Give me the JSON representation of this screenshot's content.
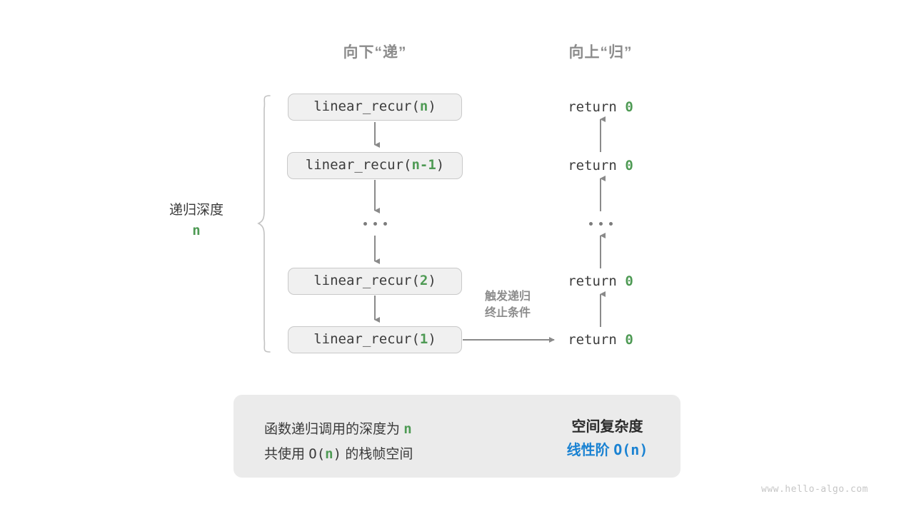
{
  "headers": {
    "down": "向下“递”",
    "up": "向上“归”"
  },
  "side_label": {
    "title": "递归深度",
    "value": "n"
  },
  "call_stack": [
    {
      "prefix": "linear_recur(",
      "arg": "n",
      "suffix": ")"
    },
    {
      "prefix": "linear_recur(",
      "arg": "n-1",
      "suffix": ")"
    },
    {
      "ellipsis": "..."
    },
    {
      "prefix": "linear_recur(",
      "arg": "2",
      "suffix": ")"
    },
    {
      "prefix": "linear_recur(",
      "arg": "1",
      "suffix": ")"
    }
  ],
  "returns": [
    {
      "text": "return",
      "value": "0"
    },
    {
      "text": "return",
      "value": "0"
    },
    {
      "ellipsis": "..."
    },
    {
      "text": "return",
      "value": "0"
    },
    {
      "text": "return",
      "value": "0"
    }
  ],
  "trigger_note": {
    "line1": "触发递归",
    "line2": "终止条件"
  },
  "summary": {
    "left_line1_a": "函数递归调用的深度为 ",
    "left_line1_b": "n",
    "left_line2_a": "共使用 ",
    "left_line2_b": "O(",
    "left_line2_c": "n",
    "left_line2_d": ")",
    "left_line2_e": " 的栈帧空间",
    "arrow": "right-block-arrow",
    "right_line1": "空间复杂度",
    "right_line2_a": "线性阶 ",
    "right_line2_b": "O(",
    "right_line2_c": "n",
    "right_line2_d": ")"
  },
  "watermark": "www.hello-algo.com",
  "colors": {
    "green": "#4e9a54",
    "blue": "#1a82d2",
    "gray_text": "#8c8c8c",
    "box_fill": "#f0f0f0",
    "box_border": "#c9c9c9",
    "panel_fill": "#ebebeb",
    "arrow": "#8a8a8a",
    "brace": "#c0c0c0"
  }
}
